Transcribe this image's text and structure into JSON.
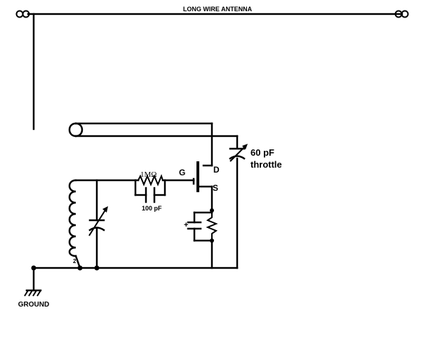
{
  "labels": {
    "antenna": "LONG WIRE ANTENNA",
    "ground": "GROUND",
    "resistor": "1MΩ",
    "capacitor": "100 pF",
    "gate": "G",
    "drain": "D",
    "source": "S",
    "throttle_value": "60 pF",
    "throttle_name": "throttle",
    "tap": "2",
    "electrolytic_polarity": "+"
  },
  "colors": {
    "wire": "#000000",
    "background": "#ffffff"
  }
}
